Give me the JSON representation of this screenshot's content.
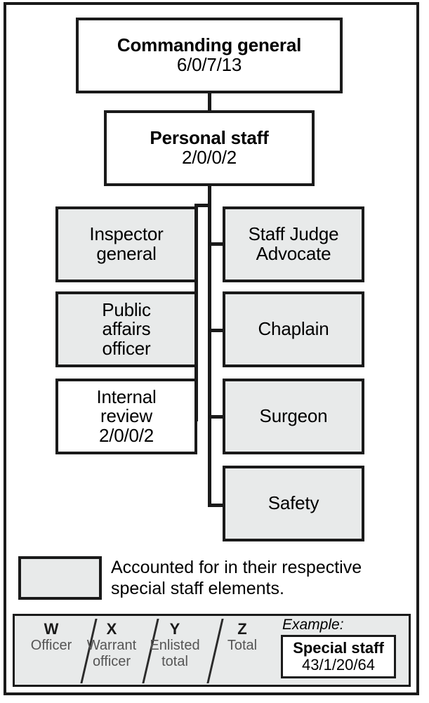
{
  "diagram": {
    "title": "Commanding general personal staff organization chart",
    "colors": {
      "box_fill_shaded": "#e8eaea",
      "box_fill_plain": "#ffffff",
      "stroke": "#1a1a1a",
      "key_label_text": "#555555"
    },
    "nodes": {
      "commanding_general": {
        "title": "Commanding general",
        "numbers": "6/0/7/13",
        "shaded": false
      },
      "personal_staff": {
        "title": "Personal staff",
        "numbers": "2/0/0/2",
        "shaded": false
      },
      "inspector_general": {
        "line1": "Inspector",
        "line2": "general",
        "shaded": true
      },
      "staff_judge_advocate": {
        "line1": "Staff Judge",
        "line2": "Advocate",
        "shaded": true
      },
      "public_affairs_officer": {
        "line1": "Public",
        "line2": "affairs",
        "line3": "officer",
        "shaded": true
      },
      "chaplain": {
        "line1": "Chaplain",
        "shaded": true
      },
      "internal_review": {
        "line1": "Internal",
        "line2": "review",
        "numbers": "2/0/0/2",
        "shaded": false
      },
      "surgeon": {
        "line1": "Surgeon",
        "shaded": true
      },
      "safety": {
        "line1": "Safety",
        "shaded": true
      }
    },
    "legend": {
      "caption_line1": "Accounted for in their respective",
      "caption_line2": "special staff elements."
    },
    "key": {
      "cells": [
        {
          "letter": "W",
          "label_line1": "Officer",
          "label_line2": ""
        },
        {
          "letter": "X",
          "label_line1": "Warrant",
          "label_line2": "officer"
        },
        {
          "letter": "Y",
          "label_line1": "Enlisted",
          "label_line2": "total"
        },
        {
          "letter": "Z",
          "label_line1": "Total",
          "label_line2": ""
        }
      ],
      "example": {
        "label": "Example:",
        "title": "Special staff",
        "numbers": "43/1/20/64"
      }
    }
  }
}
